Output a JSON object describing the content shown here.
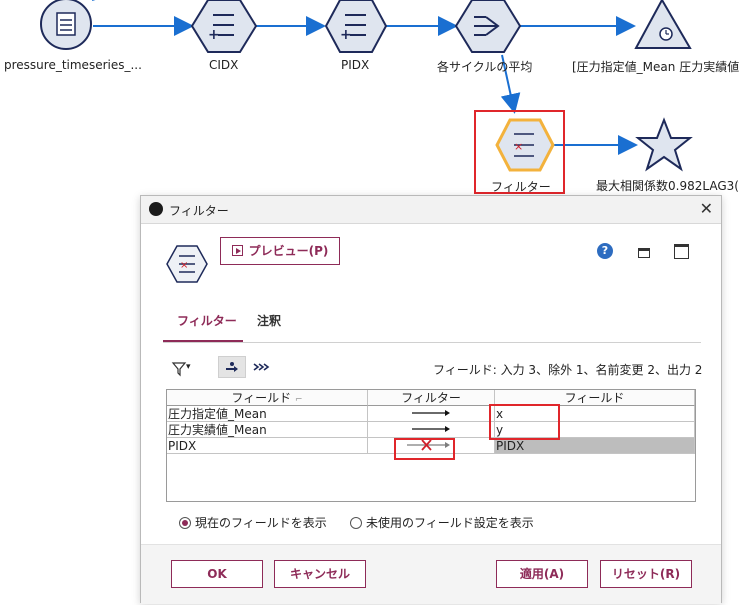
{
  "canvas": {
    "nodes": [
      {
        "label": "pressure_timeseries_..."
      },
      {
        "label": "CIDX"
      },
      {
        "label": "PIDX"
      },
      {
        "label": "各サイクルの平均"
      },
      {
        "label": "[圧力指定値_Mean 圧力実績値"
      },
      {
        "label": "フィルター"
      },
      {
        "label": "最大相関係数0.982LAG3("
      }
    ]
  },
  "dialog": {
    "title": "フィルター",
    "close_glyph": "✕",
    "preview_label": "プレビュー(P)",
    "help_glyph": "?",
    "tabs": [
      {
        "label": "フィルター"
      },
      {
        "label": "注釈"
      }
    ],
    "funnel_caret": "▾",
    "field_summary": "フィールド: 入力 3、除外 1、名前変更 2、出力 2",
    "table": {
      "headers": [
        "フィールド",
        "フィルター",
        "フィールド"
      ],
      "header_sort_glyph": "⌐",
      "rows": [
        {
          "field": "圧力指定値_Mean",
          "filter": "pass",
          "output": "x"
        },
        {
          "field": "圧力実績値_Mean",
          "filter": "pass",
          "output": "y"
        },
        {
          "field": "PIDX",
          "filter": "remove",
          "output": "PIDX"
        }
      ]
    },
    "radios": [
      {
        "label": "現在のフィールドを表示",
        "checked": true
      },
      {
        "label": "未使用のフィールド設定を表示",
        "checked": false
      }
    ],
    "buttons": {
      "ok": "OK",
      "cancel": "キャンセル",
      "apply": "適用(A)",
      "reset": "リセット(R)"
    }
  },
  "colors": {
    "accent": "#8e2b58",
    "highlight": "#e0262b",
    "node_fill": "#dfe5ef",
    "node_stroke": "#1e2a5a",
    "link": "#1a6fd1",
    "selected_node": "#f3b23c"
  }
}
